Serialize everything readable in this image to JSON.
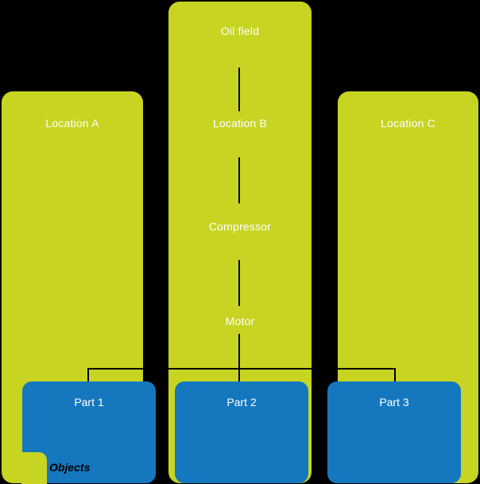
{
  "diagram": {
    "title_hidden": "",
    "colors": {
      "column_fill": "#c8d422",
      "part_fill": "#1578be",
      "connector": "#000000",
      "background": "#000000",
      "column_text": "#ffffff",
      "part_text": "#ffffff",
      "objects_text": "#000000"
    },
    "columns": [
      {
        "id": "location-a",
        "label": "Location A",
        "nodes": []
      },
      {
        "id": "location-b",
        "label": "Location B",
        "nodes": [
          {
            "id": "oil-field",
            "label": "Oil field"
          },
          {
            "id": "location-b",
            "label": "Location B"
          },
          {
            "id": "compressor",
            "label": "Compressor"
          },
          {
            "id": "motor",
            "label": "Motor"
          }
        ]
      },
      {
        "id": "location-c",
        "label": "Location C",
        "nodes": []
      }
    ],
    "parts": [
      {
        "id": "part-1",
        "title": "Part 1",
        "rows": [
          "- --- -",
          "- --- -",
          "- --- -"
        ]
      },
      {
        "id": "part-2",
        "title": "Part 2",
        "rows": [
          "- --- -",
          "- --- -",
          "- --- -"
        ]
      },
      {
        "id": "part-3",
        "title": "Part 3",
        "rows": [
          "- --- -",
          "- --- -",
          "- --- -"
        ]
      }
    ],
    "annotations": {
      "objects": "Objects"
    }
  }
}
